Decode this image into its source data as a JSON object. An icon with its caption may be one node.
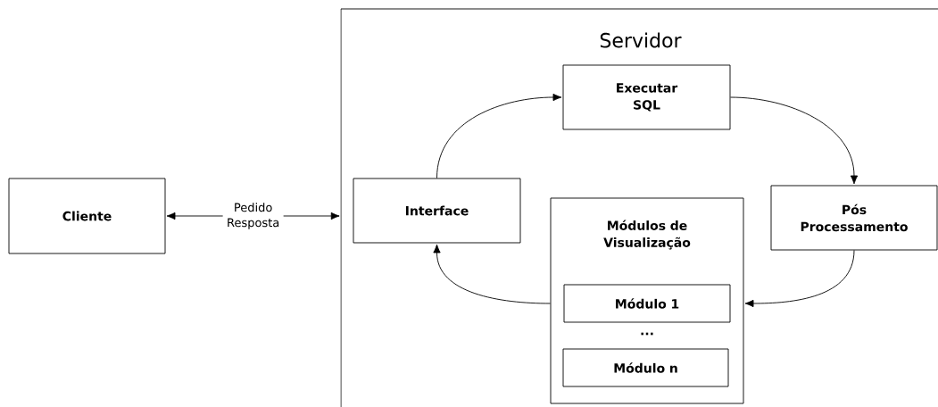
{
  "diagram": {
    "nodes": [
      {
        "text": [
          "Cliente"
        ]
      },
      {
        "text": [
          "Servidor"
        ]
      },
      {
        "text": [
          "Interface"
        ],
        "in": 1
      },
      {
        "text": [
          "Executar SQL"
        ],
        "in": 1
      },
      {
        "text": [
          "Pós Processamento"
        ],
        "in": 1
      },
      {
        "text": [
          "Módulos de Visualização",
          "..."
        ],
        "in": 1
      },
      {
        "text": [
          "Módulo 1"
        ],
        "in": 5
      },
      {
        "text": [
          "Módulo n"
        ],
        "in": 5
      }
    ],
    "edges": [
      {
        "from": 0,
        "to": 1,
        "arrow": "both",
        "label": "Pedido Resposta"
      },
      {
        "from": 2,
        "to": 3,
        "arrow": "to"
      },
      {
        "from": 3,
        "to": 4,
        "arrow": "to"
      },
      {
        "from": 4,
        "to": 5,
        "arrow": "to"
      },
      {
        "from": 5,
        "to": 2,
        "arrow": "to"
      }
    ]
  }
}
